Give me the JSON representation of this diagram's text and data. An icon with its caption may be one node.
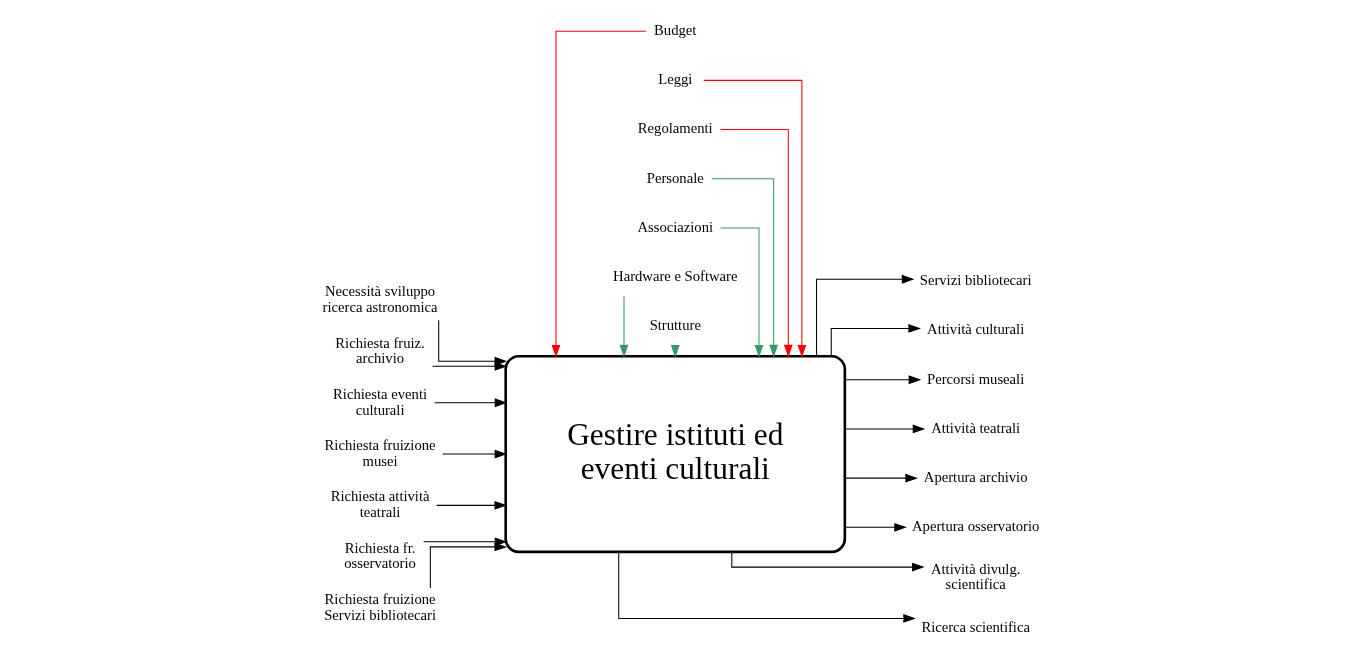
{
  "diagram": {
    "nodes": [
      {
        "text": [
          "Gestire istituti ed eventi culturali"
        ]
      },
      {
        "text": [
          "Necessità sviluppo ricerca astronomica"
        ]
      },
      {
        "text": [
          "Richiesta fruiz. archivio"
        ]
      },
      {
        "text": [
          "Richiesta eventi culturali"
        ]
      },
      {
        "text": [
          "Richiesta fruizione musei"
        ]
      },
      {
        "text": [
          "Richiesta attività teatrali"
        ]
      },
      {
        "text": [
          "Richiesta fr. osservatorio"
        ]
      },
      {
        "text": [
          "Richiesta fruizione Servizi bibliotecari"
        ]
      },
      {
        "text": [
          "Budget"
        ]
      },
      {
        "text": [
          "Leggi"
        ]
      },
      {
        "text": [
          "Regolamenti"
        ]
      },
      {
        "text": [
          "Personale"
        ]
      },
      {
        "text": [
          "Associazioni"
        ]
      },
      {
        "text": [
          "Hardware e Software"
        ]
      },
      {
        "text": [
          "Strutture"
        ]
      },
      {
        "text": [
          "Servizi bibliotecari"
        ]
      },
      {
        "text": [
          "Attività culturali"
        ]
      },
      {
        "text": [
          "Percorsi museali"
        ]
      },
      {
        "text": [
          "Attività teatrali"
        ]
      },
      {
        "text": [
          "Apertura archivio"
        ]
      },
      {
        "text": [
          "Apertura osservatorio"
        ]
      },
      {
        "text": [
          "Attività divulg. scientifica"
        ]
      },
      {
        "text": [
          "Ricerca scientifica"
        ]
      }
    ],
    "edges": [
      {
        "from": 1,
        "to": 0,
        "arrow": "to"
      },
      {
        "from": 2,
        "to": 0,
        "arrow": "to"
      },
      {
        "from": 3,
        "to": 0,
        "arrow": "to"
      },
      {
        "from": 4,
        "to": 0,
        "arrow": "to"
      },
      {
        "from": 5,
        "to": 0,
        "arrow": "to"
      },
      {
        "from": 6,
        "to": 0,
        "arrow": "to"
      },
      {
        "from": 7,
        "to": 0,
        "arrow": "to"
      },
      {
        "from": 8,
        "to": 0,
        "arrow": "to",
        "color": "#ff0000"
      },
      {
        "from": 9,
        "to": 0,
        "arrow": "to",
        "color": "#ff0000"
      },
      {
        "from": 10,
        "to": 0,
        "arrow": "to",
        "color": "#ff0000"
      },
      {
        "from": 11,
        "to": 0,
        "arrow": "to",
        "color": "#339966"
      },
      {
        "from": 12,
        "to": 0,
        "arrow": "to",
        "color": "#339966"
      },
      {
        "from": 13,
        "to": 0,
        "arrow": "to",
        "color": "#339966"
      },
      {
        "from": 14,
        "to": 0,
        "arrow": "to",
        "color": "#339966"
      },
      {
        "from": 0,
        "to": 15,
        "arrow": "to"
      },
      {
        "from": 0,
        "to": 16,
        "arrow": "to"
      },
      {
        "from": 0,
        "to": 17,
        "arrow": "to"
      },
      {
        "from": 0,
        "to": 18,
        "arrow": "to"
      },
      {
        "from": 0,
        "to": 19,
        "arrow": "to"
      },
      {
        "from": 0,
        "to": 20,
        "arrow": "to"
      },
      {
        "from": 0,
        "to": 21,
        "arrow": "to"
      },
      {
        "from": 0,
        "to": 22,
        "arrow": "to"
      }
    ]
  }
}
